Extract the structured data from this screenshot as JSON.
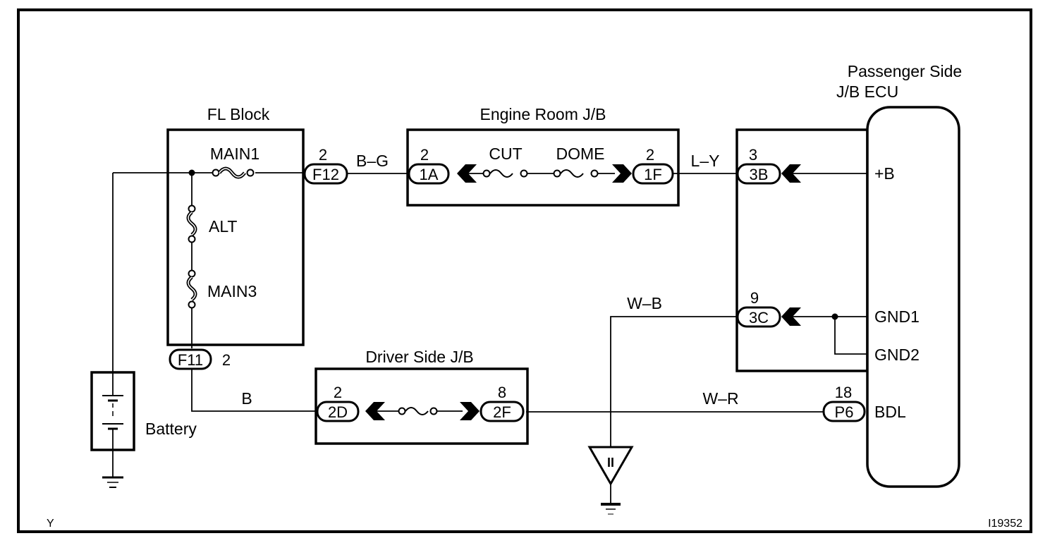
{
  "diagram": {
    "figure_id": "I19352",
    "corner_mark": "Y",
    "components": {
      "fl_block": {
        "title": "FL Block",
        "fuses": [
          "MAIN1",
          "ALT",
          "MAIN3"
        ]
      },
      "engine_room_jb": {
        "title": "Engine Room J/B",
        "fuses": [
          "CUT",
          "DOME"
        ]
      },
      "driver_side_jb": {
        "title": "Driver Side J/B"
      },
      "passenger_side_jb_ecu": {
        "title_line1": "Passenger Side",
        "title_line2": "J/B ECU",
        "terminals": [
          "+B",
          "GND1",
          "GND2",
          "BDL"
        ]
      },
      "battery": {
        "label": "Battery"
      },
      "ground_point": {
        "label": "II"
      }
    },
    "connectors": {
      "F12": {
        "id": "F12",
        "pin": "2"
      },
      "1A": {
        "id": "1A",
        "pin": "2"
      },
      "1F": {
        "id": "1F",
        "pin": "2"
      },
      "3B": {
        "id": "3B",
        "pin": "3"
      },
      "3C": {
        "id": "3C",
        "pin": "9"
      },
      "F11": {
        "id": "F11",
        "pin": "2"
      },
      "2D": {
        "id": "2D",
        "pin": "2"
      },
      "2F": {
        "id": "2F",
        "pin": "8"
      },
      "P6": {
        "id": "P6",
        "pin": "18"
      }
    },
    "wires": {
      "f12_to_1a": "B–G",
      "1f_to_3b": "L–Y",
      "ground_3c": "W–B",
      "f11_to_2d": "B",
      "2f_to_p6": "W–R"
    }
  }
}
